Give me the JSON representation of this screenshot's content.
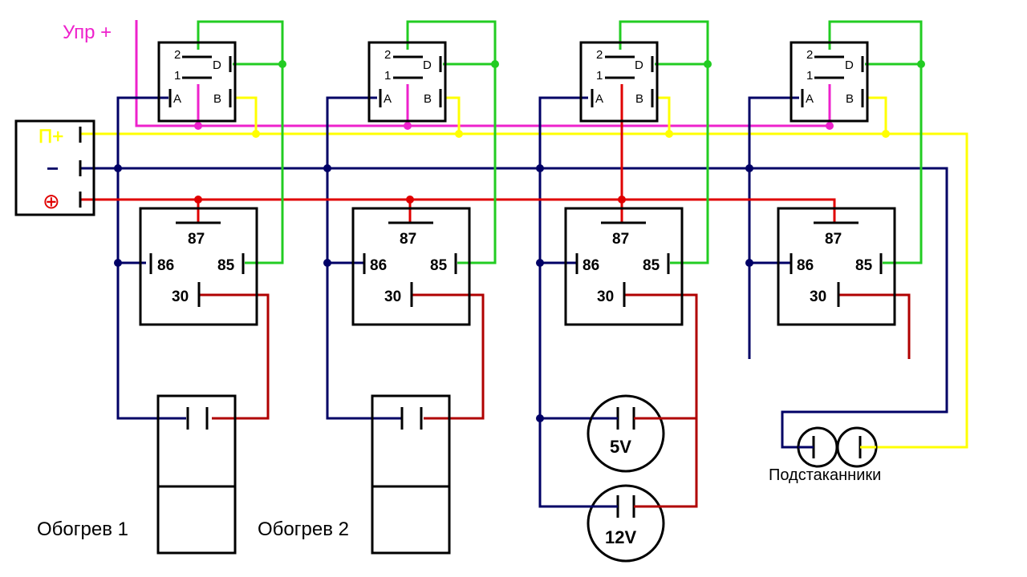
{
  "control": {
    "label": "Упр +",
    "color": "#ee22cc"
  },
  "power_block": {
    "p_plus": "П+",
    "minus": "−",
    "plus": "⊕",
    "colors": {
      "p_plus": "#ffff00",
      "minus": "#000066",
      "plus": "#e00000"
    }
  },
  "switch_pins": {
    "pin2": "2",
    "pin1": "1",
    "d": "D",
    "a": "A",
    "b": "B"
  },
  "relay_pins": {
    "p87": "87",
    "p86": "86",
    "p85": "85",
    "p30": "30"
  },
  "loads": {
    "heater1": "Обогрев 1",
    "heater2": "Обогрев 2",
    "socket_5v": "5V",
    "socket_12v": "12V",
    "cup_holders": "Подстаканники"
  },
  "wire_colors": {
    "ground": "#000066",
    "battery_plus": "#e00000",
    "relay_output": "#b00000",
    "switch_d": "#22cc22",
    "control": "#ee22cc",
    "p_plus": "#ffff00"
  }
}
